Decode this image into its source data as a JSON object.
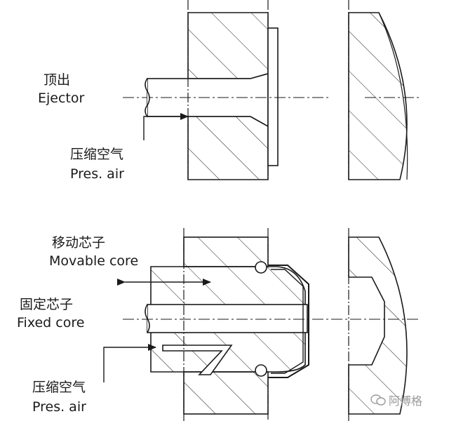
{
  "figure_a": {
    "ejector_cn": "顶出",
    "ejector_en": "Ejector",
    "air_cn": "压缩空气",
    "air_en": "Pres. air"
  },
  "figure_b": {
    "movable_core_cn": "移动芯子",
    "movable_core_en": "Movable core",
    "fixed_core_cn": "固定芯子",
    "fixed_core_en": "Fixed core",
    "air_cn": "压缩空气",
    "air_en": "Pres. air"
  },
  "watermark": {
    "text": "阿博格",
    "icon": "wechat-icon"
  },
  "colors": {
    "ink": "#1a1a1a",
    "watermark": "#9a9a9a",
    "background": "#ffffff"
  }
}
